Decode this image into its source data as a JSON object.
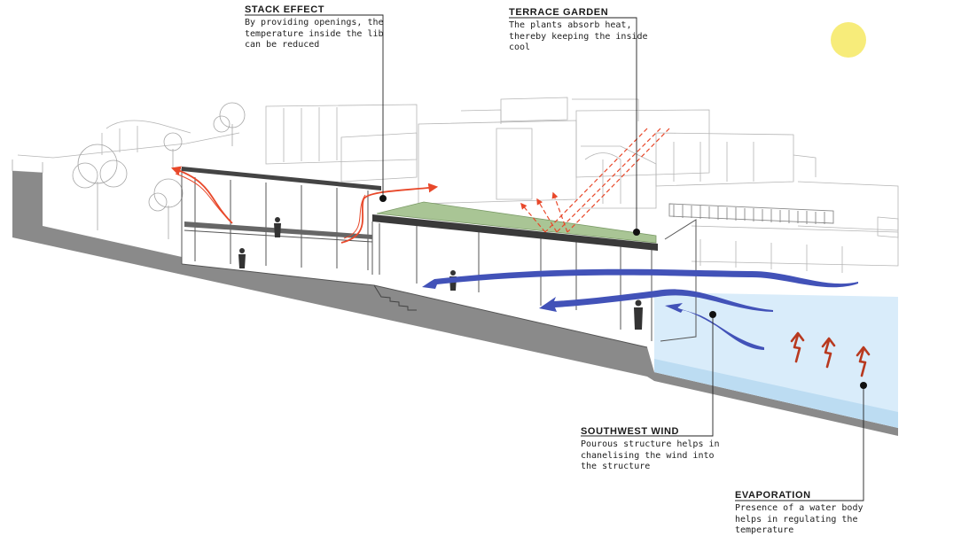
{
  "annotations": {
    "stack_effect": {
      "title": "STACK EFFECT",
      "lines": [
        "By providing openings, the",
        "temperature inside the lib",
        "can be reduced"
      ]
    },
    "terrace_garden": {
      "title": "TERRACE GARDEN",
      "lines": [
        "The plants absorb heat,",
        "thereby keeping the inside",
        "cool"
      ]
    },
    "southwest_wind": {
      "title": "SOUTHWEST WIND",
      "lines": [
        "Pourous structure helps in",
        "chanelising the wind into",
        "the structure"
      ]
    },
    "evaporation": {
      "title": "EVAPORATION",
      "lines": [
        "Presence of a water body",
        "helps in regulating the",
        "temperature"
      ]
    }
  },
  "colors": {
    "sun": "#f7ec7a",
    "ground_section": "#8a8a8a",
    "terrace_green": "#a9c595",
    "wind_arrow": "#4252b8",
    "heat_arrow": "#e8482a",
    "evaporation_arrow": "#b8391f",
    "water": "#d9ecfa",
    "leader_line": "#222222"
  }
}
